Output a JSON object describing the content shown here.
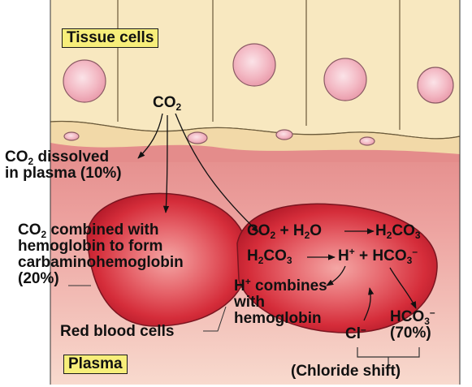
{
  "labels": {
    "tissue_cells": "Tissue cells",
    "plasma": "Plasma",
    "red_blood_cells": "Red blood cells",
    "chloride_shift": "(Chloride shift)",
    "co2_dissolved": {
      "line1_suffix": " dissolved",
      "line2": "in plasma (10%)"
    },
    "co2_combined": {
      "line1_suffix": " combined with",
      "line2": "hemoglobin to form",
      "line3": "carbaminohemoglobin",
      "line4": "(20%)"
    },
    "h_combines": {
      "line1_suffix": " combines",
      "line2": "with",
      "line3": "hemoglobin"
    },
    "hco3_percent": "(70%)"
  },
  "chem": {
    "co2": "CO",
    "two": "2",
    "three": "3",
    "h2o_h": "H",
    "h2o_o": "O",
    "h2co3_h": "H",
    "h2co3_co": "CO",
    "h": "H",
    "plus_sign": "+",
    "plus": "+",
    "hco3": "HCO",
    "minus": "–",
    "cl": "Cl"
  },
  "colors": {
    "plasma_top": "#eba09d",
    "plasma_bottom": "#f7d6cd",
    "tissue": "#f8e8c0",
    "nucleus": "#f3b7c2",
    "rbc": "#e2464e",
    "label_box": "#f7ee7a"
  }
}
